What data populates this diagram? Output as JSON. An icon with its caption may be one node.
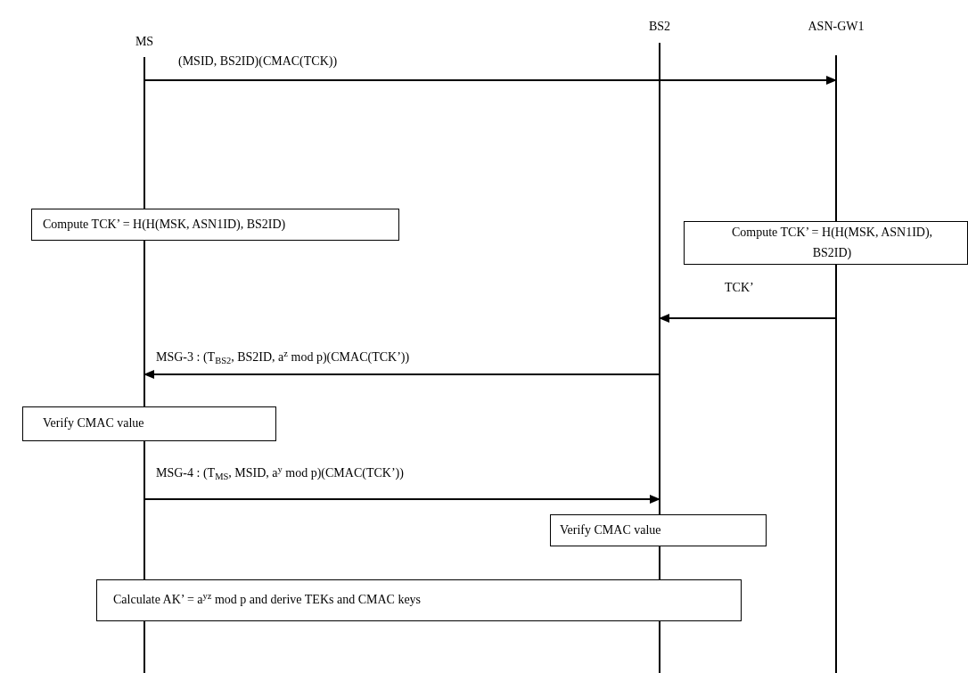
{
  "diagram": {
    "nodes": [
      {
        "text": [
          "MS"
        ]
      },
      {
        "text": [
          "BS2"
        ]
      },
      {
        "text": [
          "ASN-GW1"
        ]
      },
      {
        "text": [
          "Compute TCK’ = H(H(MSK, ASN1ID), BS2ID)"
        ]
      },
      {
        "text": [
          "Compute TCK’ = H(H(MSK, ASN1ID), BS2ID)"
        ]
      },
      {
        "text": [
          "Verify CMAC value"
        ]
      },
      {
        "text": [
          "Verify CMAC value"
        ]
      },
      {
        "text": [
          "Calculate AK’ = a$^{yz}$ mod p and derive TEKs and CMAC keys"
        ]
      }
    ],
    "edges": [
      {
        "from": 0,
        "to": 2,
        "arrow": "to",
        "label": "(MSID, BS2ID)(CMAC(TCK))"
      },
      {
        "from": 2,
        "to": 1,
        "arrow": "to",
        "label": "TCK’"
      },
      {
        "from": 1,
        "to": 0,
        "arrow": "to",
        "label": "MSG-3 : (T$_{BS2}$, BS2ID, a$^{z}$ mod p)(CMAC(TCK’))"
      },
      {
        "from": 0,
        "to": 1,
        "arrow": "to",
        "label": "MSG-4 : (T$_{MS}$, MSID, a$^{y}$ mod p)(CMAC(TCK’))"
      }
    ]
  }
}
